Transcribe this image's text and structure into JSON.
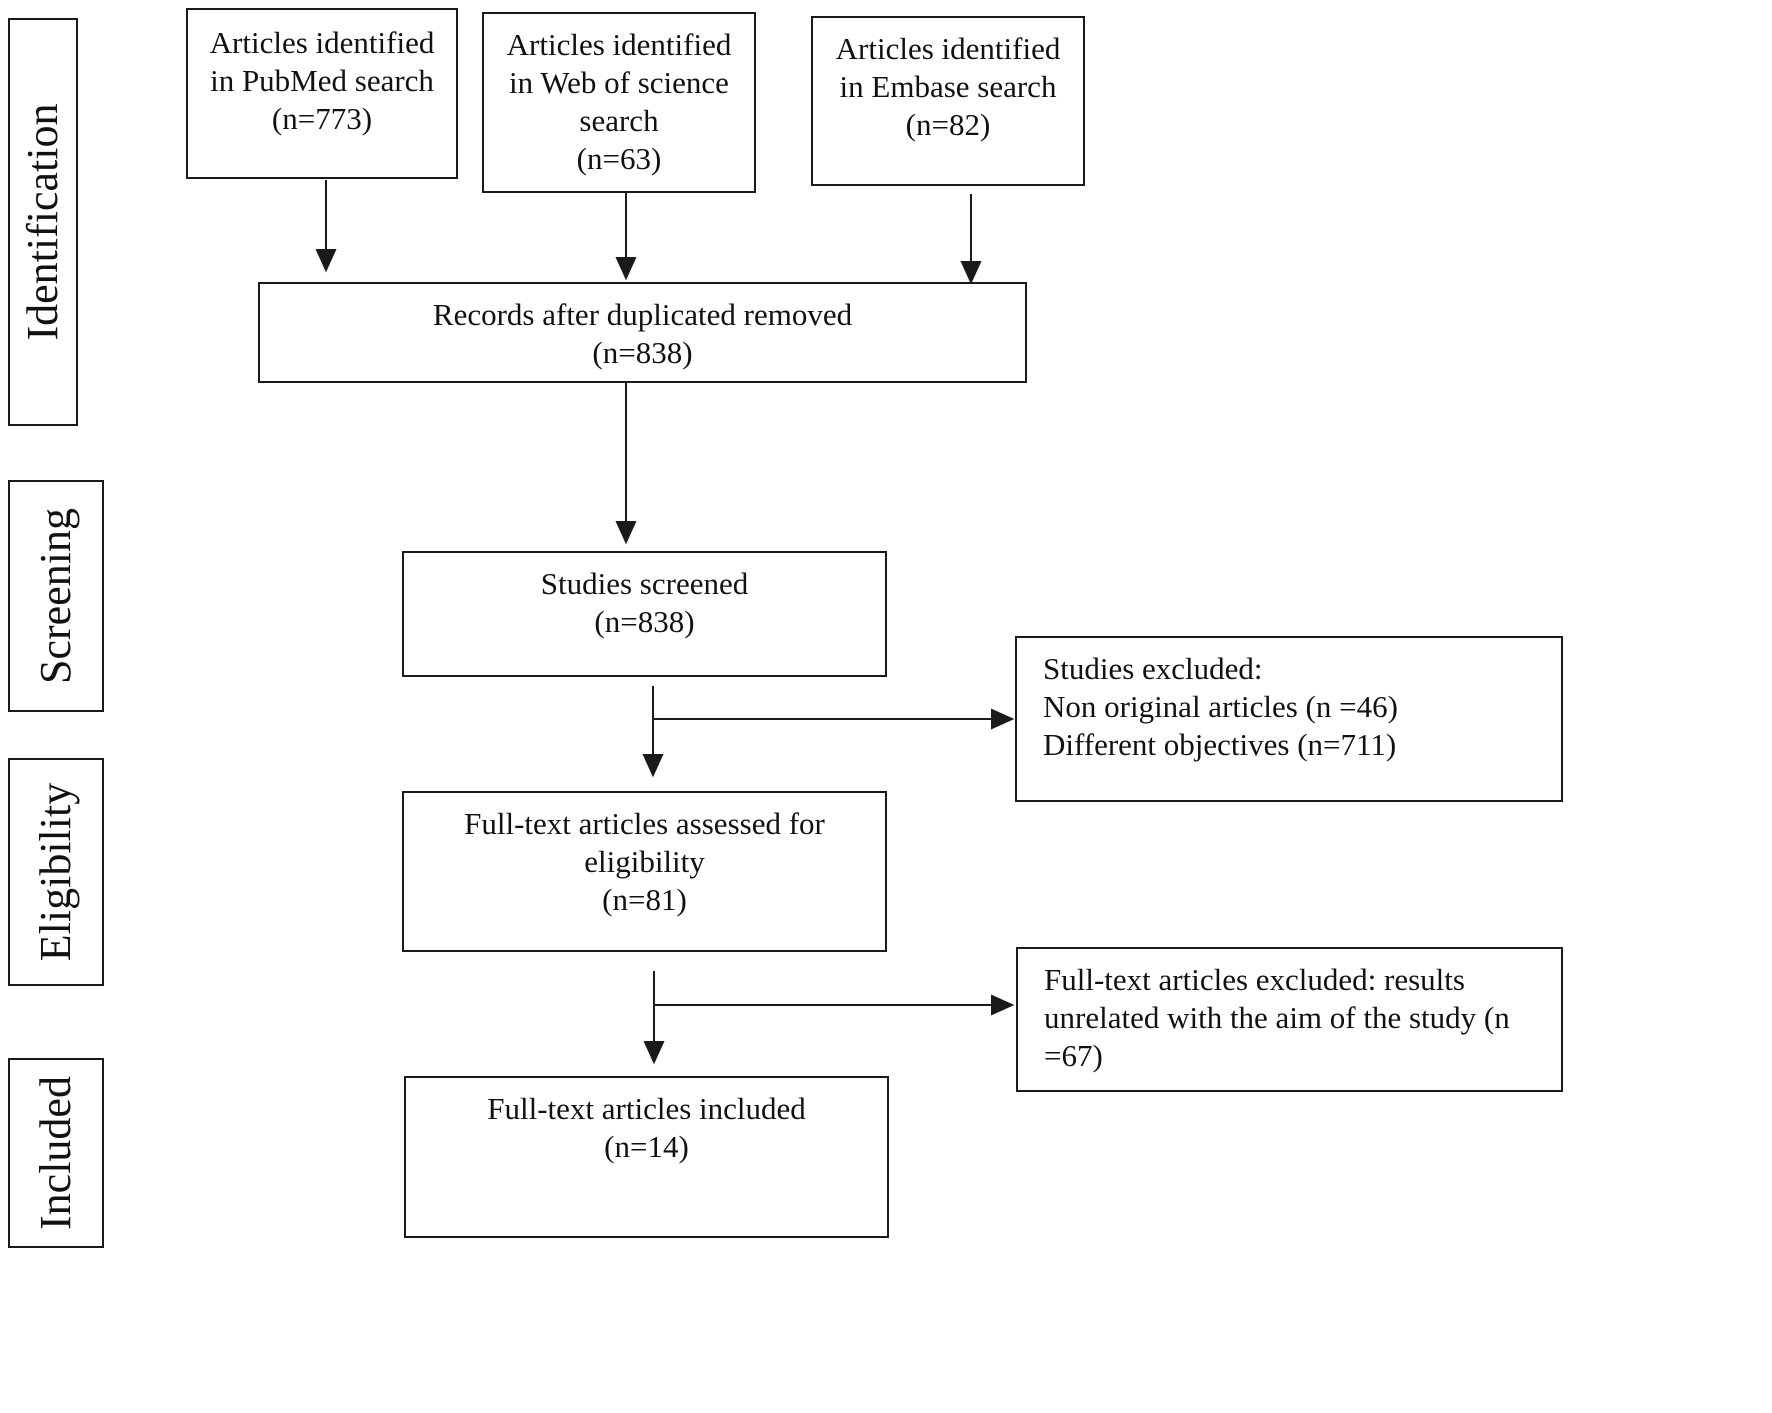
{
  "stages": {
    "identification": "Identification",
    "screening": "Screening",
    "eligibility": "Eligibility",
    "included": "Included"
  },
  "boxes": {
    "pubmed": {
      "line1": "Articles identified",
      "line2": "in PubMed search",
      "line3": "(n=773)"
    },
    "web_of_science": {
      "line1": "Articles identified",
      "line2": "in Web of science",
      "line3": "search",
      "line4": "(n=63)"
    },
    "embase": {
      "line1": "Articles identified",
      "line2": "in Embase search",
      "line3": "(n=82)"
    },
    "records_after_duplicates": {
      "line1": "Records after duplicated removed",
      "line2": "(n=838)"
    },
    "studies_screened": {
      "line1": "Studies screened",
      "line2": "(n=838)"
    },
    "studies_excluded": {
      "line1": "Studies excluded:",
      "line2": "Non original articles (n =46)",
      "line3": "Different objectives (n=711)"
    },
    "fulltext_assessed": {
      "line1": "Full-text articles assessed for",
      "line2": "eligibility",
      "line3": "(n=81)"
    },
    "fulltext_excluded": {
      "line1": "Full-text articles excluded: results",
      "line2": "unrelated with the aim of the study (n",
      "line3": "=67)"
    },
    "fulltext_included": {
      "line1": "Full-text articles included",
      "line2": "(n=14)"
    }
  }
}
